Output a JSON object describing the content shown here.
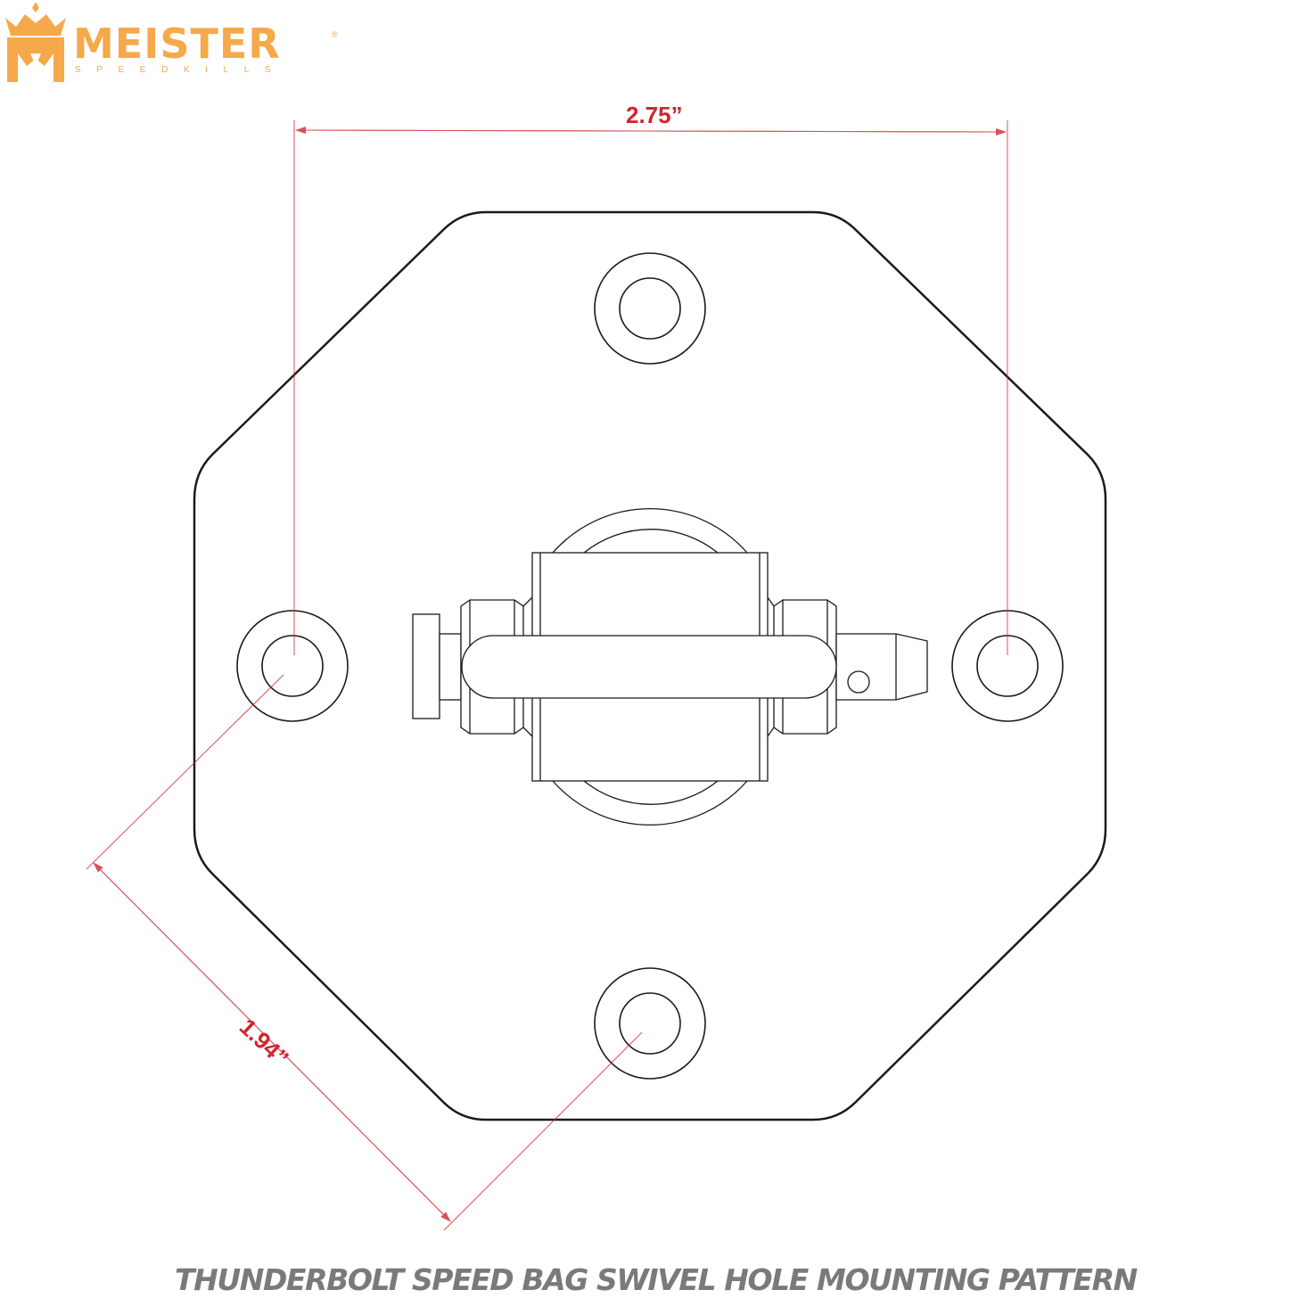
{
  "brand": {
    "name": "MEISTER",
    "registered_mark": "®",
    "tagline": "SPEEDKILLS",
    "color": "#f5a94a",
    "icon": "crown-helmet-icon"
  },
  "diagram": {
    "title": "THUNDERBOLT SPEED BAG SWIVEL HOLE MOUNTING PATTERN",
    "title_color": "#7a7a7a",
    "line_color": "#1a1a1a",
    "dimension_color": "#d0252f",
    "dimensions": {
      "horizontal": "2.75”",
      "diagonal": "1.94”"
    },
    "plate_shape": "rounded-octagon",
    "mounting_holes": [
      {
        "position": "top"
      },
      {
        "position": "left"
      },
      {
        "position": "right"
      },
      {
        "position": "bottom"
      }
    ],
    "center_part": "swivel-assembly"
  }
}
